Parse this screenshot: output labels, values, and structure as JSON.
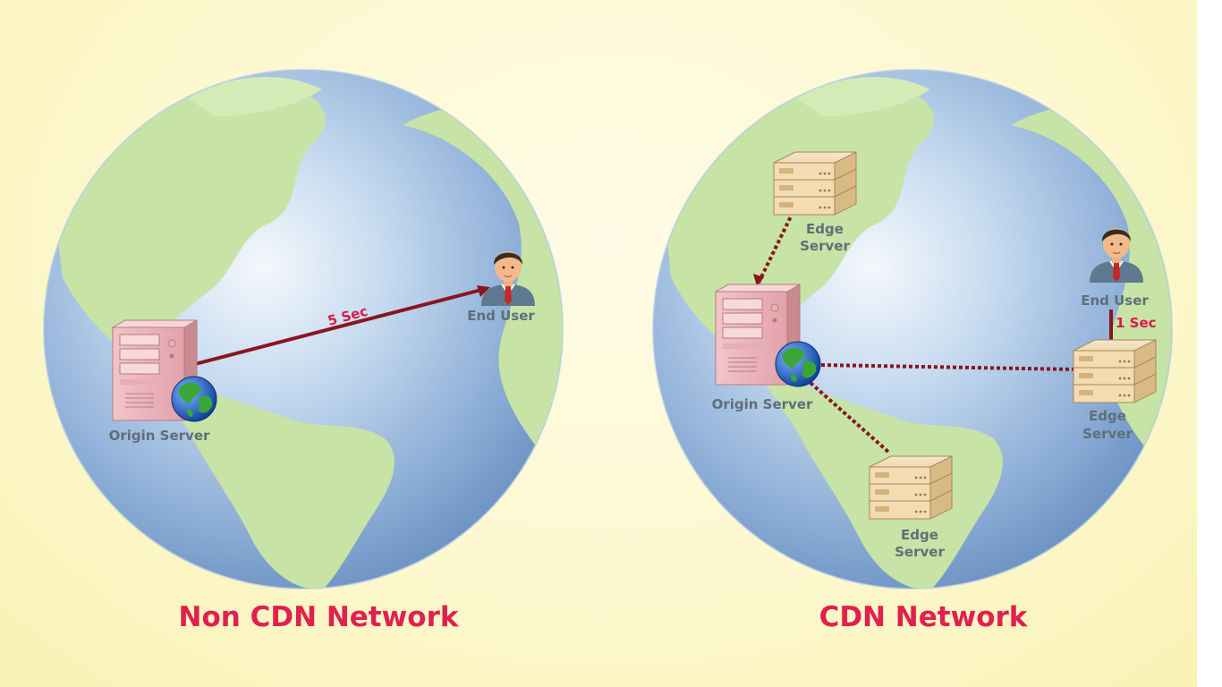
{
  "left": {
    "title": "Non CDN Network",
    "origin_label": "Origin Server",
    "user_label": "End User",
    "latency": "5 Sec"
  },
  "right": {
    "title": "CDN Network",
    "origin_label": "Origin Server",
    "user_label": "End User",
    "latency": "1 Sec",
    "edge_label_line1": "Edge",
    "edge_label_line2": "Server"
  },
  "colors": {
    "title": "#e0204f",
    "latency_text": "#d81b4b",
    "solid_link": "#8b1420",
    "dotted_link": "#8b1420",
    "ocean": "#8fb6e0",
    "land": "#c6e3a8"
  },
  "icons": [
    "globe-icon",
    "origin-server-tower-icon",
    "edge-server-rack-icon",
    "end-user-avatar-icon",
    "small-globe-icon"
  ]
}
